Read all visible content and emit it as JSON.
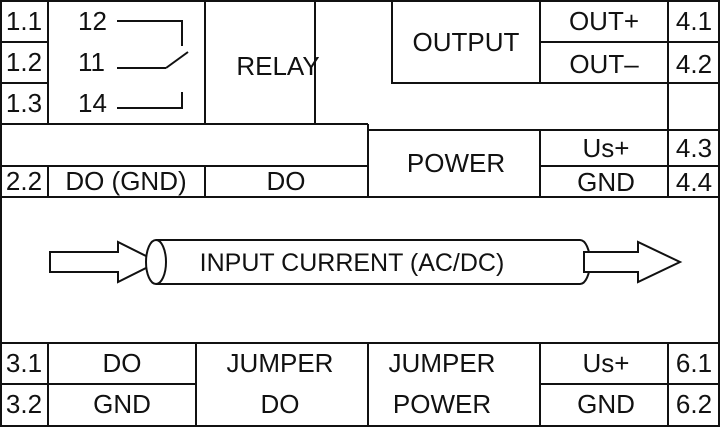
{
  "relay_block": {
    "terminals": [
      "1.1",
      "1.2",
      "1.3"
    ],
    "contacts": [
      "12",
      "11",
      "14"
    ],
    "label": "RELAY"
  },
  "output_block": {
    "label": "OUTPUT",
    "signals": [
      "OUT+",
      "OUT–"
    ],
    "terminals": [
      "4.1",
      "4.2"
    ]
  },
  "power_block": {
    "label": "POWER",
    "signals": [
      "Us+",
      "GND"
    ],
    "terminals": [
      "4.3",
      "4.4"
    ]
  },
  "do_row": {
    "terminal": "2.2",
    "labels": [
      "DO (GND)",
      "DO"
    ]
  },
  "input": {
    "label": "INPUT CURRENT (AC/DC)"
  },
  "bottom_block": {
    "terminals_left": [
      "3.1",
      "3.2"
    ],
    "signals_left": [
      "DO",
      "GND"
    ],
    "jumper_do": [
      "JUMPER",
      "DO"
    ],
    "jumper_power": [
      "JUMPER",
      "POWER"
    ],
    "signals_right": [
      "Us+",
      "GND"
    ],
    "terminals_right": [
      "6.1",
      "6.2"
    ]
  }
}
